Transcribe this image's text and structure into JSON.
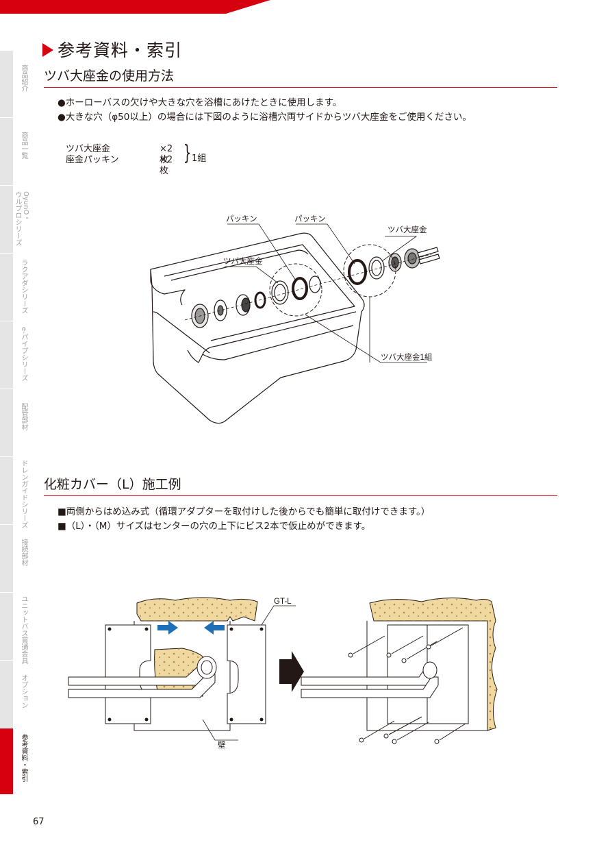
{
  "colors": {
    "accent": "#d7000f",
    "sidebar_bg": "#e5e5e5",
    "insulation": "#f0d9a0",
    "arrow_blue": "#1e6fb8"
  },
  "sidebar": {
    "items": [
      {
        "label": "商品紹介",
        "active": false
      },
      {
        "label": "商品一覧",
        "active": false
      },
      {
        "label": "OyunO・\nウルプロシリーズ",
        "active": false
      },
      {
        "label": "ラクアダシリーズ",
        "active": false
      },
      {
        "label": "e-パイプシリーズ",
        "active": false
      },
      {
        "label": "配管部材",
        "active": false
      },
      {
        "label": "ドレンガイドシリーズ",
        "active": false
      },
      {
        "label": "接続部材",
        "active": false
      },
      {
        "label": "ユニットバス貫通金具",
        "active": false
      },
      {
        "label": "オプション",
        "active": false
      },
      {
        "label": "参考資料・索引",
        "active": true
      }
    ]
  },
  "header": {
    "title": "参考資料・索引"
  },
  "section1": {
    "heading": "ツバ大座金の使用方法",
    "bullets": [
      "●ホーローバスの欠けや大きな穴を浴槽にあけたときに使用します。",
      "●大きな穴（φ50以上）の場合には下図のように浴槽穴両サイドからツバ大座金をご使用ください。"
    ],
    "parts": [
      {
        "name": "ツバ大座金",
        "qty": "×2枚"
      },
      {
        "name": "座金パッキン",
        "qty": "×2枚"
      }
    ],
    "parts_set": "1組",
    "figure_labels": {
      "packing_left": "パッキン",
      "packing_right": "パッキン",
      "washer_right": "ツバ大座金",
      "washer_left": "ツバ大座金",
      "washer_set": "ツバ大座金1組"
    }
  },
  "section2": {
    "heading": "化粧カバー（L）施工例",
    "bullets": [
      "■両側からはめ込み式（循環アダプターを取付けした後からでも簡単に取付けできます。）",
      "■（L）・（M）サイズはセンターの穴の上下にビス2本で仮止めができます。"
    ],
    "figure_labels": {
      "product": "GT-L",
      "wall": "壁"
    }
  },
  "page_number": "67"
}
